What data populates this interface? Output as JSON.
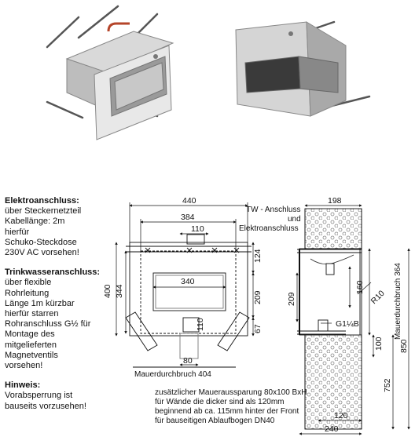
{
  "left_text": {
    "elektro": {
      "heading": "Elektroanschluss:",
      "lines": [
        "über Steckernetzteil",
        "Kabellänge: 2m",
        "hierfür",
        "Schuko-Steckdose",
        "230V AC vorsehen!"
      ]
    },
    "trink": {
      "heading": "Trinkwasseranschluss:",
      "lines": [
        "über flexible",
        "Rohrleitung",
        "Länge 1m kürzbar",
        "hierfür starren",
        "Rohranschluss G½ für",
        "Montage des",
        "mitgelieferten",
        "Magnetventils",
        "vorsehen!"
      ]
    },
    "hinweis": {
      "heading": "Hinweis:",
      "lines": [
        "Vorabsperrung ist",
        "bauseits vorzusehen!"
      ]
    }
  },
  "front_view": {
    "dims": {
      "w440": "440",
      "w384": "384",
      "w110": "110",
      "w340": "340",
      "h400": "400",
      "h344": "344",
      "h124": "124",
      "h209": "209",
      "h67": "67",
      "h110": "110",
      "w80": "80"
    },
    "label_mauerdurchbruch": "Mauerdurchbruch 404"
  },
  "side_view": {
    "dims": {
      "w198": "198",
      "h209": "209",
      "h160": "160",
      "r10": "R10",
      "g": "G1¼B",
      "h100": "100",
      "h752": "752",
      "h850": "850",
      "w120": "120",
      "w240": "240"
    },
    "label_tw1": "TW - Anschluss",
    "label_tw2": "und",
    "label_tw3": "Elektroanschluss",
    "label_mauerdurchbruch_364": "Mauerdurchbruch 364"
  },
  "note": {
    "lines": [
      "zusätzlicher Maueraussparung 80x100 BxH",
      "für Wände die dicker sind als 120mm",
      "beginnend ab ca. 115mm hinter der Front",
      "für bauseitigen Ablaufbogen DN40"
    ]
  }
}
